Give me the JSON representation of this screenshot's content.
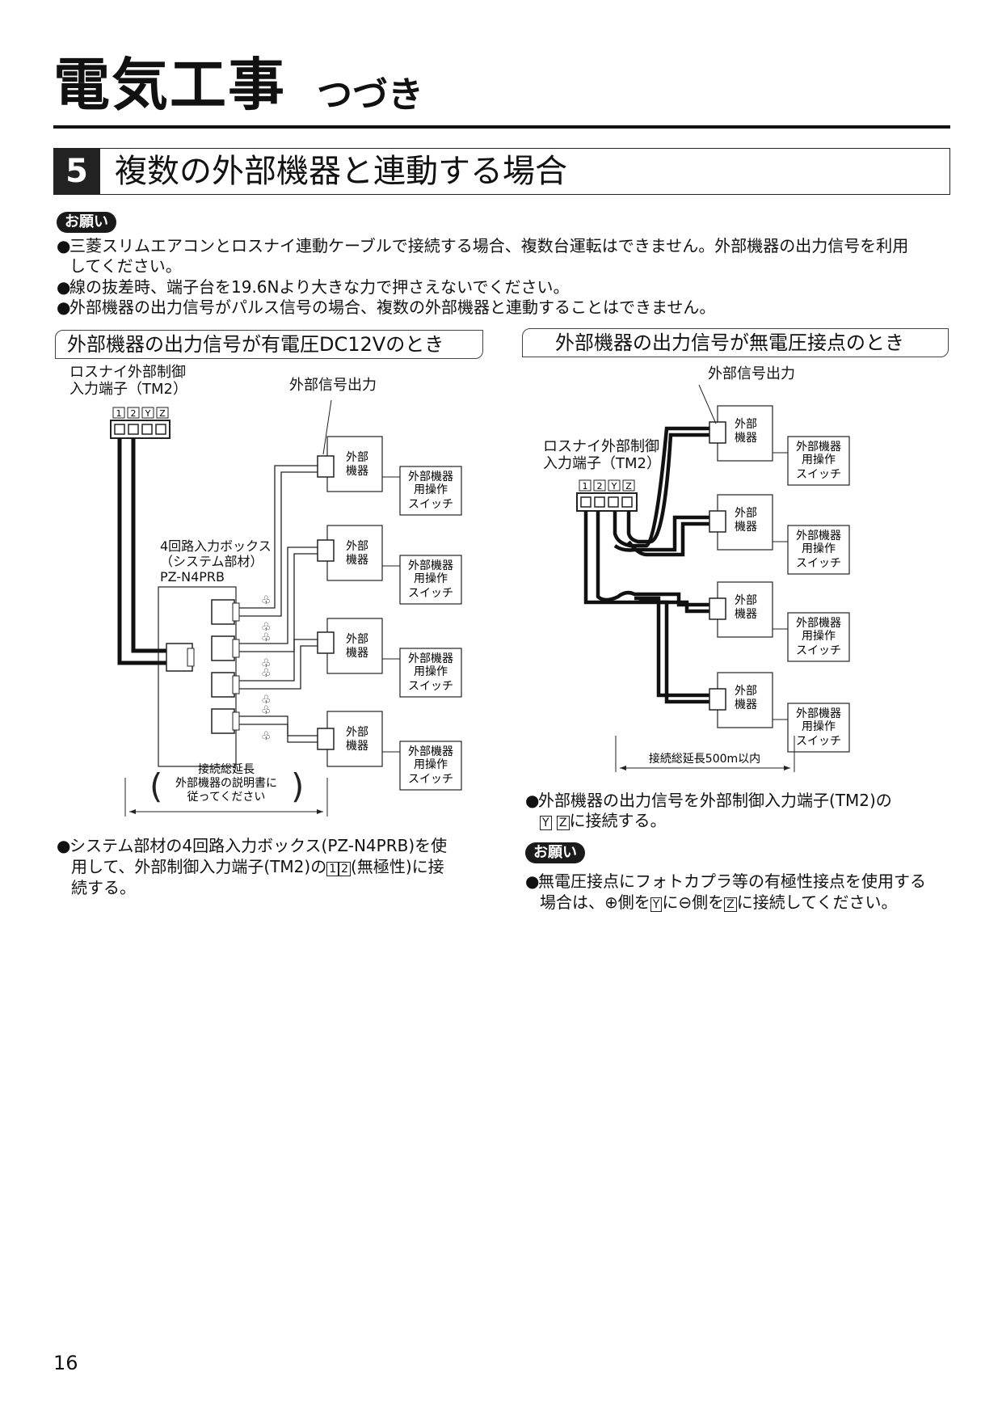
{
  "header": {
    "title": "電気工事",
    "subtitle": "つづき"
  },
  "section": {
    "number": "5",
    "title": "複数の外部機器と連動する場合"
  },
  "notice_badge": "お願い",
  "notices": [
    "三菱スリムエアコンとロスナイ連動ケーブルで接続する場合、複数台運転はできません。外部機器の出力信号を利用",
    "してください。",
    "線の抜差時、端子台を19.6Nより大きな力で押さえないでください。",
    "外部機器の出力信号がパルス信号の場合、複数の外部機器と連動することはできません。"
  ],
  "left_panel": {
    "heading": "外部機器の出力信号が有電圧DC12Vのとき",
    "terminal_label_1": "ロスナイ外部制御",
    "terminal_label_2": "入力端子（TM2）",
    "terminal_pins": [
      "1",
      "2",
      "Y",
      "Z"
    ],
    "signal_out": "外部信号出力",
    "box_label_1": "4回路入力ボックス",
    "box_label_2": "（システム部材）",
    "box_label_3": "PZ-N4PRB",
    "device_line1": "外部",
    "device_line2": "機器",
    "switch_line1": "外部機器",
    "switch_line2": "用操作",
    "switch_line3": "スイッチ",
    "length_line1": "接続総延長",
    "length_line2": "外部機器の説明書に",
    "length_line3": "従ってください",
    "note_1": "システム部材の4回路入力ボックス(PZ-N4PRB)を使",
    "note_2": "用して、外部制御入力端子(TM2)の",
    "note_pin1": "1",
    "note_pin2": "2",
    "note_3": "(無極性)に接",
    "note_4": "続する。"
  },
  "right_panel": {
    "heading": "外部機器の出力信号が無電圧接点のとき",
    "signal_out": "外部信号出力",
    "terminal_label_1": "ロスナイ外部制御",
    "terminal_label_2": "入力端子（TM2）",
    "terminal_pins": [
      "1",
      "2",
      "Y",
      "Z"
    ],
    "device_line1": "外部",
    "device_line2": "機器",
    "switch_line1": "外部機器",
    "switch_line2": "用操作",
    "switch_line3": "スイッチ",
    "length": "接続総延長500m以内",
    "note_1": "外部機器の出力信号を外部制御入力端子(TM2)の",
    "note_pin_y": "Y",
    "note_pin_z": "Z",
    "note_2": "に接続する。",
    "badge": "お願い",
    "caution_1": "無電圧接点にフォトカプラ等の有極性接点を使用する",
    "caution_2a": "場合は、",
    "caution_plus": "⊕",
    "caution_2b": "側を",
    "caution_y": "Y",
    "caution_2c": "に",
    "caution_minus": "⊖",
    "caution_2d": "側を",
    "caution_z": "Z",
    "caution_2e": "に接続してください。"
  },
  "page_number": "16"
}
